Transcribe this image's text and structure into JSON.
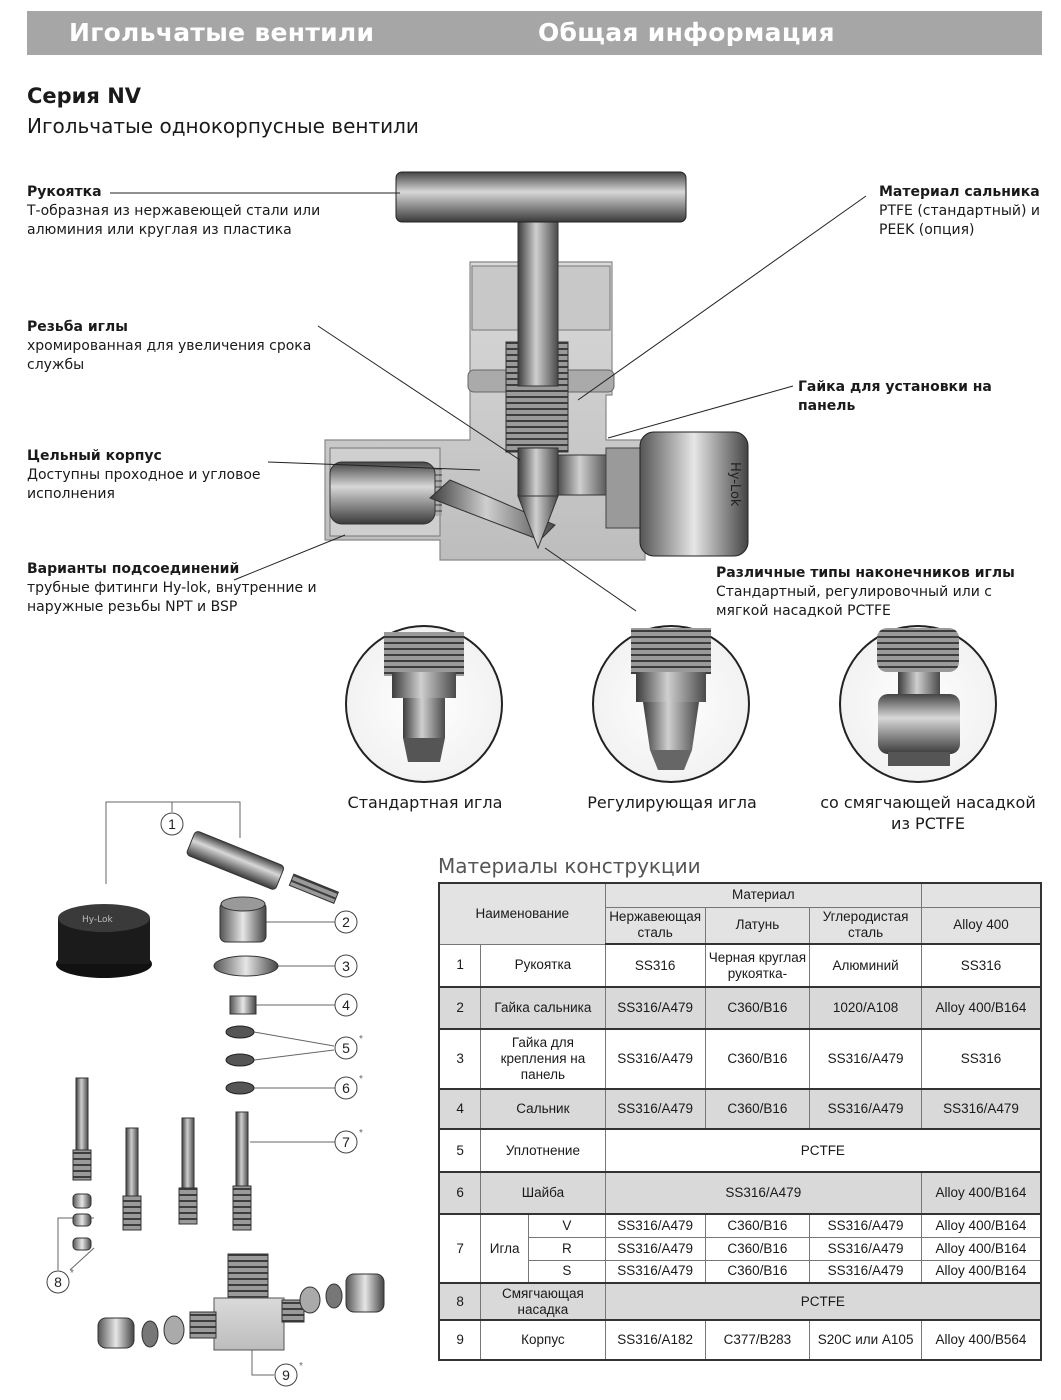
{
  "header": {
    "left": "Игольчатые вентили",
    "right": "Общая информация"
  },
  "series": {
    "title": "Серия NV",
    "subtitle": "Игольчатые однокорпусные вентили"
  },
  "callouts": {
    "handle": {
      "title": "Рукоятка",
      "text": "Т-образная из нержавеющей стали или алюминия или круглая из пластика"
    },
    "thread": {
      "title": "Резьба иглы",
      "text": "хромированная для увеличения срока службы"
    },
    "body": {
      "title": "Цельный корпус",
      "text": "Доступны проходное и угловое исполнения"
    },
    "connections": {
      "title": "Варианты подсоединений",
      "text": "трубные фитинги Hy-lok, внутренние и наружные резьбы NPT и BSP"
    },
    "packing": {
      "title": "Материал сальника",
      "text": "PTFE (стандартный) и PEEK (опция)"
    },
    "panel_nut": {
      "title": "Гайка для установки на панель"
    },
    "tips": {
      "title": "Различные типы наконечников иглы",
      "text": "Стандартный, регулировочный или с мягкой насадкой PCTFE"
    }
  },
  "fitting_mark": "Hy-Lok",
  "knob_mark": "Hy-Lok",
  "tip_labels": [
    "Стандартная игла",
    "Регулирующая игла",
    "со смягчающей насадкой из PCTFE"
  ],
  "part_numbers": [
    "1",
    "2",
    "3",
    "4",
    "5",
    "6",
    "7",
    "8",
    "9"
  ],
  "asterisk": "*",
  "table": {
    "title": "Материалы конструкции",
    "header": {
      "name": "Наименование",
      "material": "Материал",
      "cols": [
        "Нержавеющая сталь",
        "Латунь",
        "Углеродистая сталь",
        "Alloy 400"
      ]
    },
    "rows": [
      {
        "no": "1",
        "name": "Рукоятка",
        "ss": "SS316",
        "brass": "Черная круглая рукоятка-",
        "carbon": "Алюминий",
        "alloy": "SS316"
      },
      {
        "no": "2",
        "name": "Гайка сальника",
        "ss": "SS316/A479",
        "brass": "C360/B16",
        "carbon": "1020/A108",
        "alloy": "Alloy 400/B164"
      },
      {
        "no": "3",
        "name": "Гайка для крепления на панель",
        "ss": "SS316/A479",
        "brass": "C360/B16",
        "carbon": "SS316/A479",
        "alloy": "SS316"
      },
      {
        "no": "4",
        "name": "Сальник",
        "ss": "SS316/A479",
        "brass": "C360/B16",
        "carbon": "SS316/A479",
        "alloy": "SS316/A479"
      },
      {
        "no": "5",
        "name": "Уплотнение",
        "span": "PCTFE"
      },
      {
        "no": "6",
        "name": "Шайба",
        "span3": "SS316/A479",
        "alloy": "Alloy 400/B164"
      },
      {
        "no": "7",
        "name": "Игла",
        "sub": [
          {
            "tip": "V",
            "ss": "SS316/A479",
            "brass": "C360/B16",
            "carbon": "SS316/A479",
            "alloy": "Alloy 400/B164"
          },
          {
            "tip": "R",
            "ss": "SS316/A479",
            "brass": "C360/B16",
            "carbon": "SS316/A479",
            "alloy": "Alloy 400/B164"
          },
          {
            "tip": "S",
            "ss": "SS316/A479",
            "brass": "C360/B16",
            "carbon": "SS316/A479",
            "alloy": "Alloy 400/B164"
          }
        ]
      },
      {
        "no": "8",
        "name": "Смягчающая насадка",
        "span": "PCTFE"
      },
      {
        "no": "9",
        "name": "Корпус",
        "ss": "SS316/A182",
        "brass": "C377/B283",
        "carbon": "S20C или A105",
        "alloy": "Alloy 400/B564"
      }
    ]
  },
  "colors": {
    "header_bg": "#a6a6a6",
    "row_grey": "#d9d9d9",
    "metal_dark": "#5a5a5a",
    "metal_light": "#d0d0d0"
  }
}
